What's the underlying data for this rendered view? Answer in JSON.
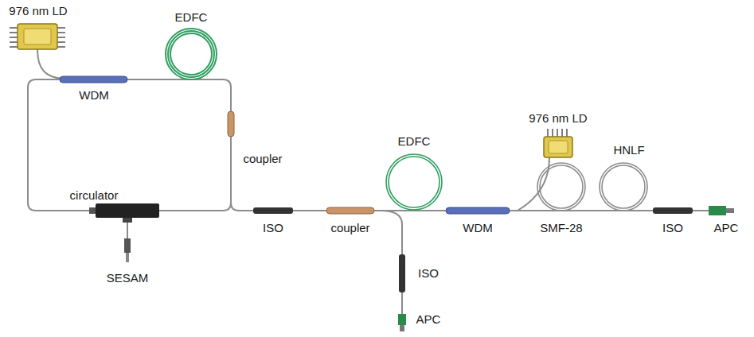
{
  "diagram": {
    "labels": [
      "976 nm LD",
      "EDFC",
      "WDM",
      "coupler",
      "circulator",
      "SESAM",
      "ISO",
      "coupler",
      "EDFC",
      "WDM",
      "976 nm LD",
      "SMF-28",
      "HNLF",
      "ISO",
      "APC",
      "ISO",
      "APC"
    ]
  }
}
